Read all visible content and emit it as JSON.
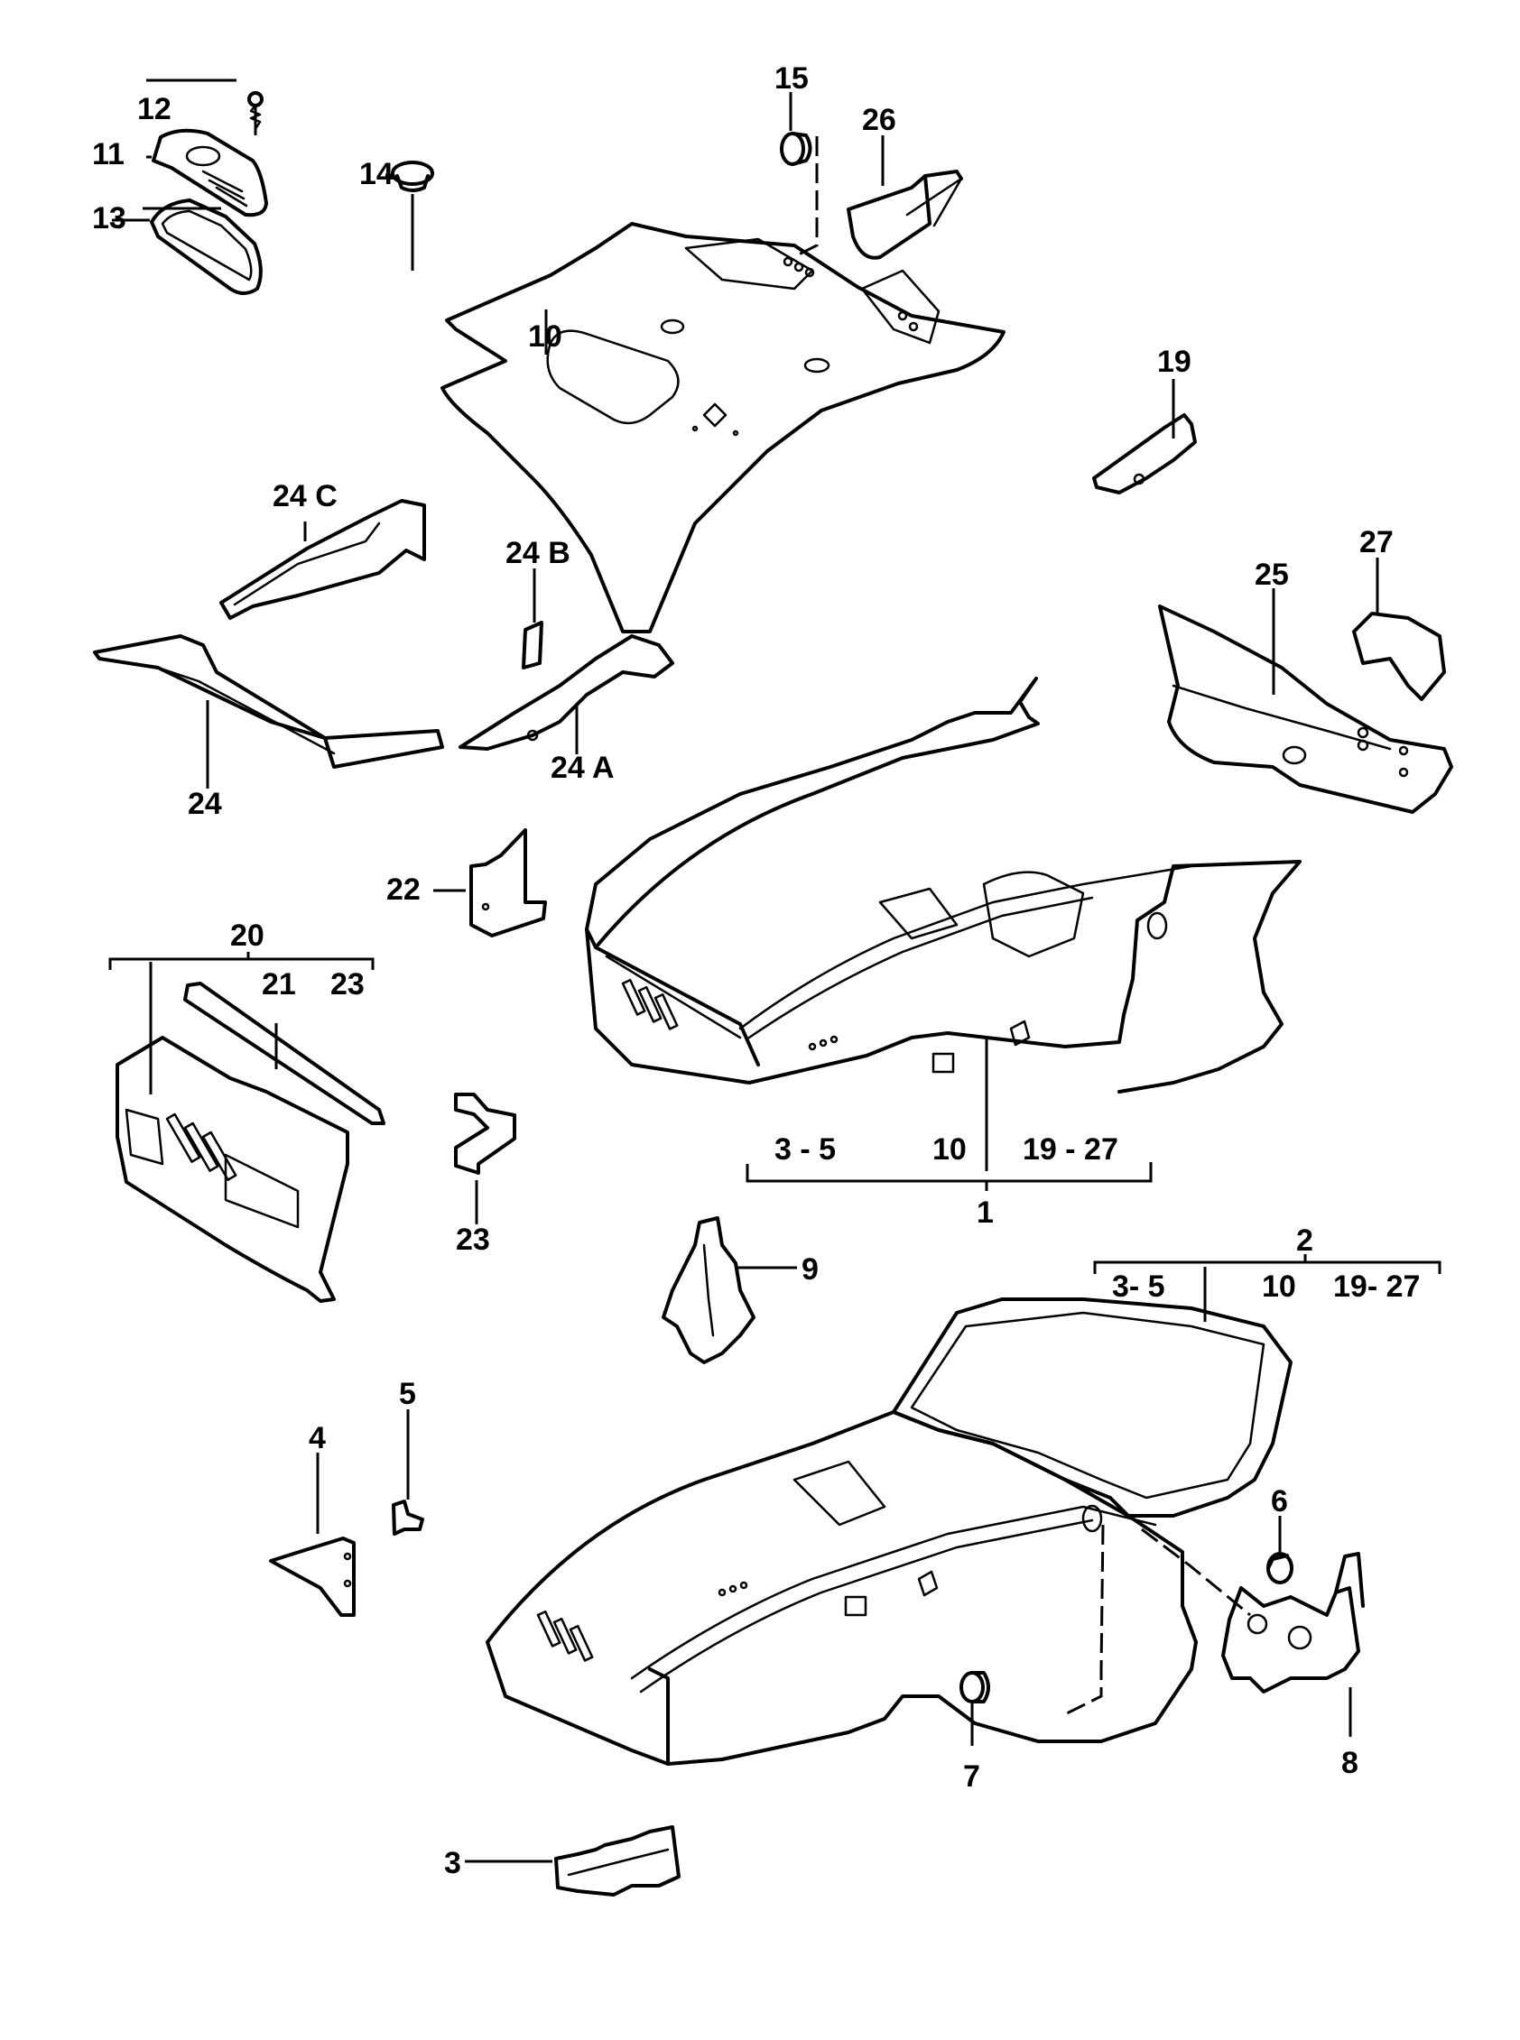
{
  "diagram": {
    "type": "exploded-parts-diagram",
    "subject": "vehicle body shell and floor assembly",
    "callouts": {
      "c12": "12",
      "c11": "11",
      "c13": "13",
      "c14": "14",
      "c15": "15",
      "c26": "26",
      "c10": "10",
      "c19": "19",
      "c24c": "24 C",
      "c24b": "24 B",
      "c27": "27",
      "c25": "25",
      "c24": "24",
      "c24a": "24 A",
      "c22": "22",
      "c20": "20",
      "c21": "21",
      "c23a": "23",
      "c23b": "23",
      "c9": "9",
      "c5": "5",
      "c4": "4",
      "c6": "6",
      "c7": "7",
      "c8": "8",
      "c3": "3"
    },
    "group1": {
      "label": "1",
      "sub_a": "3 - 5",
      "sub_b": "10",
      "sub_c": "19 - 27"
    },
    "group2": {
      "label": "2",
      "sub_a": "3- 5",
      "sub_b": "10",
      "sub_c": "19- 27"
    }
  }
}
